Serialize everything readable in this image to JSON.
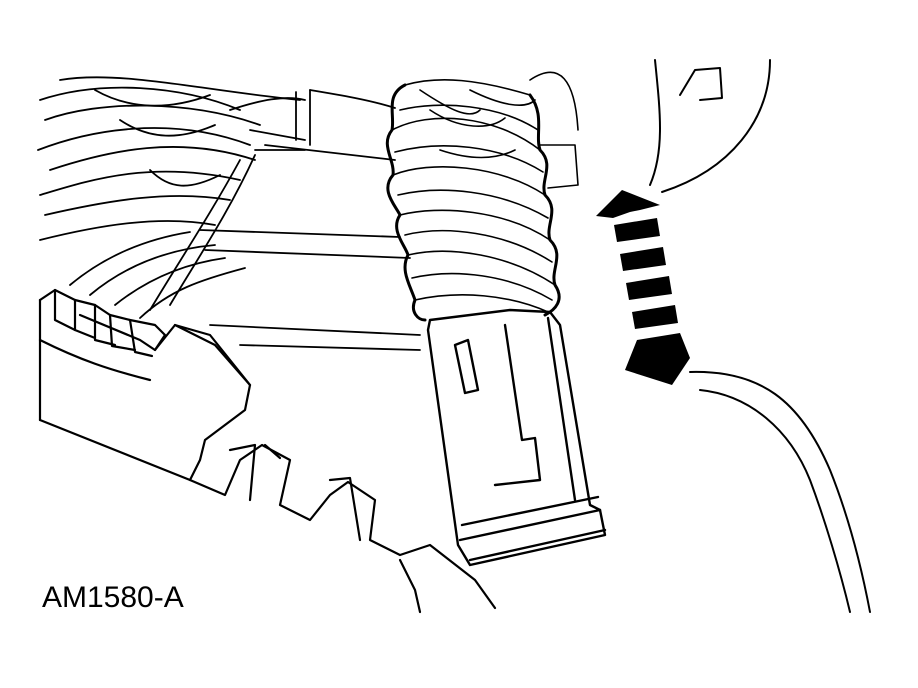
{
  "figure": {
    "label": "AM1580-A"
  },
  "illustration": {
    "line_color": "#000000",
    "background_color": "#ffffff",
    "parts": [
      "wire-bundle",
      "corrugated-conduit",
      "electrical-connector",
      "connector-bracket",
      "mounting-plate",
      "double-headed-arrow"
    ]
  }
}
